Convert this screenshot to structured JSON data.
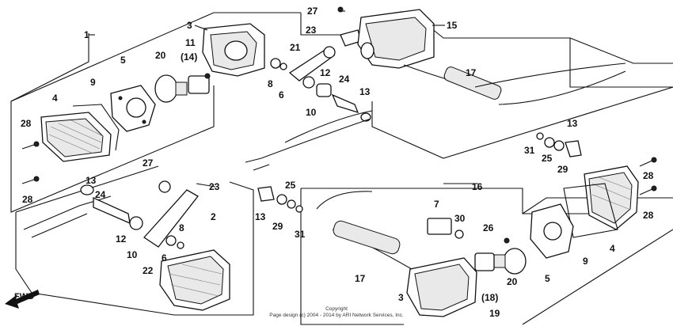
{
  "diagram": {
    "labels": [
      "1",
      "2",
      "3",
      "4",
      "5",
      "6",
      "7",
      "8",
      "9",
      "10",
      "11",
      "(14)",
      "12",
      "13",
      "15",
      "16",
      "17",
      "20",
      "21",
      "23",
      "24",
      "25",
      "26",
      "27",
      "28",
      "29",
      "30",
      "31",
      "22",
      "(18)",
      "19"
    ],
    "fwd_label": "FWD",
    "copyright_line1": "Copyright",
    "copyright_line2": "Page design (c) 2004 - 2014 by ARI Network Services, Inc."
  }
}
